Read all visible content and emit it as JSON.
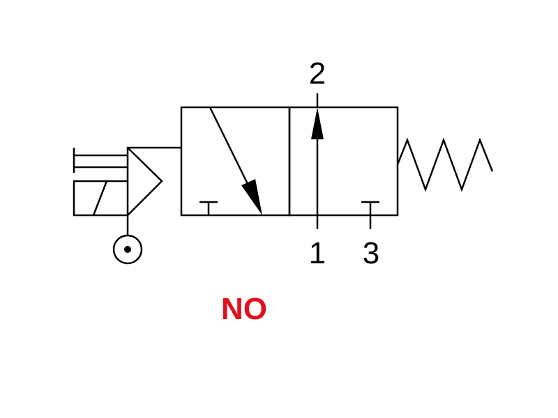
{
  "ports": {
    "port_2": "2",
    "port_1": "1",
    "port_3": "3"
  },
  "state_label": "NO",
  "colors": {
    "line": "#000000",
    "state_label": "#e2101f",
    "background": "#ffffff"
  },
  "icons": {
    "actuator": "solenoid-pilot-icon",
    "return": "spring-icon",
    "exhaust": "blocked-port-icon",
    "pressure_source": "pressure-source-icon"
  }
}
